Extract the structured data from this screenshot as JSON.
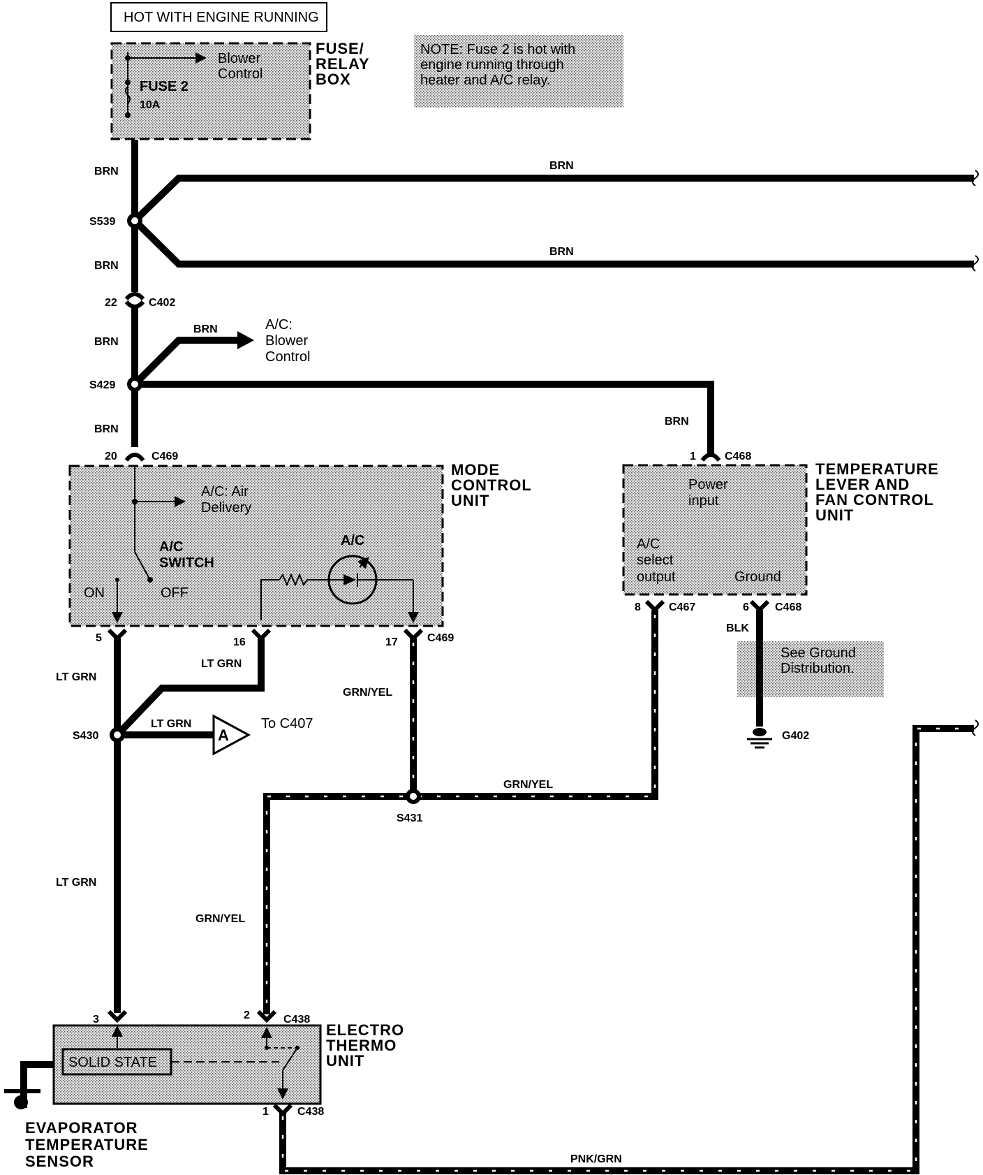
{
  "header": {
    "power_label": "HOT WITH ENGINE RUNNING"
  },
  "note": {
    "lines": [
      "NOTE: Fuse 2 is hot with",
      "engine running through",
      "heater and A/C relay."
    ]
  },
  "fuse_box": {
    "title_lines": [
      "FUSE/",
      "RELAY",
      "BOX"
    ],
    "fuse_name": "FUSE 2",
    "fuse_rating": "10A",
    "arrow_lines": [
      "Blower",
      "Control"
    ]
  },
  "splices": {
    "s539": "S539",
    "s429": "S429",
    "s430": "S430",
    "s431": "S431"
  },
  "connectors": {
    "c402": "C402",
    "c402_pin": "22",
    "c469": "C469",
    "c469_pin_top": "20",
    "c469_pin_5": "5",
    "c469_pin_16": "16",
    "c469_pin_17": "17",
    "c468": "C468",
    "c468_pin_top": "1",
    "c467": "C467",
    "c467_pin": "8",
    "c468_pin_6": "6",
    "c438": "C438",
    "c438_pin_3": "3",
    "c438_pin_2": "2",
    "c438_pin_1": "1"
  },
  "wire_colors": {
    "brn": "BRN",
    "lt_grn": "LT GRN",
    "grn_yel": "GRN/YEL",
    "blk": "BLK",
    "pnk_grn": "PNK/GRN"
  },
  "blower_ref": {
    "lines": [
      "A/C:",
      "Blower",
      "Control"
    ]
  },
  "mode_control": {
    "title_lines": [
      "MODE",
      "CONTROL",
      "UNIT"
    ],
    "air_delivery_lines": [
      "A/C: Air",
      "Delivery"
    ],
    "switch_lines": [
      "A/C",
      "SWITCH"
    ],
    "on": "ON",
    "off": "OFF",
    "ac_led": "A/C"
  },
  "temp_lever": {
    "title_lines": [
      "TEMPERATURE",
      "LEVER AND",
      "FAN CONTROL",
      "UNIT"
    ],
    "power_lines": [
      "Power",
      "input"
    ],
    "select_lines": [
      "A/C",
      "select",
      "output"
    ],
    "ground": "Ground"
  },
  "ground_note": {
    "lines": [
      "See Ground",
      "Distribution."
    ]
  },
  "ground_point": "G402",
  "offpage": {
    "letter": "A",
    "text": "To C407"
  },
  "electro_thermo": {
    "title_lines": [
      "ELECTRO",
      "THERMO",
      "UNIT"
    ],
    "solid_state": "SOLID STATE"
  },
  "evap_sensor": {
    "lines": [
      "EVAPORATOR",
      "TEMPERATURE",
      "SENSOR"
    ]
  }
}
